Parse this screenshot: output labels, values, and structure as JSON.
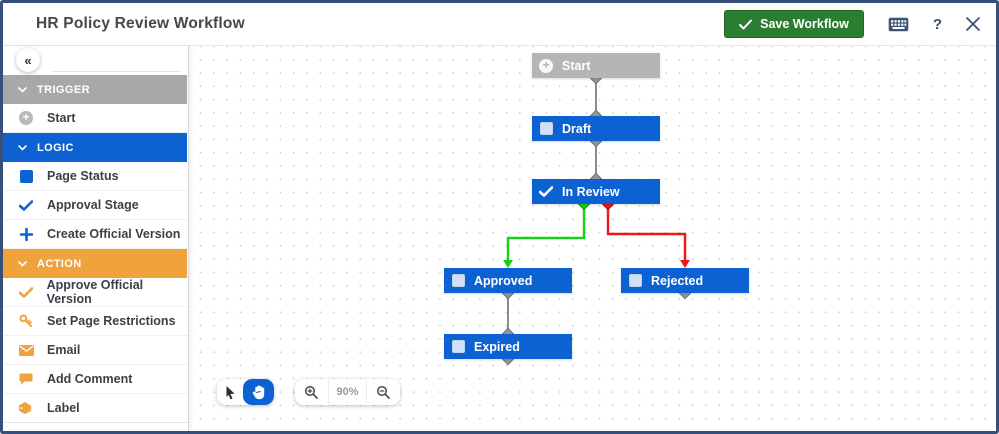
{
  "window": {
    "title": "HR Policy Review Workflow"
  },
  "header": {
    "save_label": "Save Workflow",
    "help_label": "?",
    "icons": [
      "keyboard-icon",
      "help-icon",
      "close-icon"
    ]
  },
  "sidebar": {
    "collapse_icon": "«",
    "search": {
      "value": "",
      "placeholder": ""
    },
    "sections": [
      {
        "label": "TRIGGER",
        "color": "#a8a8a8",
        "items": [
          {
            "label": "Start",
            "icon": "plus-circle"
          }
        ]
      },
      {
        "label": "LOGIC",
        "color": "#0d62d3",
        "items": [
          {
            "label": "Page Status",
            "icon": "square"
          },
          {
            "label": "Approval Stage",
            "icon": "check"
          },
          {
            "label": "Create Official Version",
            "icon": "plus"
          }
        ]
      },
      {
        "label": "ACTION",
        "color": "#f0a33c",
        "items": [
          {
            "label": "Approve Official Version",
            "icon": "check"
          },
          {
            "label": "Set Page Restrictions",
            "icon": "key"
          },
          {
            "label": "Email",
            "icon": "envelope"
          },
          {
            "label": "Add Comment",
            "icon": "comment"
          },
          {
            "label": "Label",
            "icon": "tag"
          }
        ]
      }
    ]
  },
  "canvas": {
    "nodes": [
      {
        "id": "start",
        "label": "Start",
        "icon": "plus-circle",
        "color": "#b5b5b5"
      },
      {
        "id": "draft",
        "label": "Draft",
        "icon": "square",
        "color": "#0d62d3"
      },
      {
        "id": "in-review",
        "label": "In Review",
        "icon": "check",
        "color": "#0d62d3"
      },
      {
        "id": "approved",
        "label": "Approved",
        "icon": "square",
        "color": "#0d62d3"
      },
      {
        "id": "rejected",
        "label": "Rejected",
        "icon": "square",
        "color": "#0d62d3"
      },
      {
        "id": "expired",
        "label": "Expired",
        "icon": "square",
        "color": "#0d62d3"
      }
    ],
    "edges": [
      {
        "from": "start",
        "to": "draft",
        "color": "#8c8c8c"
      },
      {
        "from": "draft",
        "to": "in-review",
        "color": "#8c8c8c"
      },
      {
        "from": "in-review",
        "to": "approved",
        "color": "#17d117"
      },
      {
        "from": "in-review",
        "to": "rejected",
        "color": "#ef1616"
      },
      {
        "from": "approved",
        "to": "expired",
        "color": "#8c8c8c"
      }
    ],
    "toolbar": {
      "zoom_level": "90%",
      "tools": [
        "select",
        "pan"
      ],
      "selected_tool": "pan"
    }
  },
  "colors": {
    "node_blue": "#0d62d3",
    "node_gray": "#b5b5b5",
    "section_trigger": "#a8a8a8",
    "section_logic": "#0d62d3",
    "section_action": "#f0a33c",
    "save_green": "#2b7d31",
    "edge_green": "#17d117",
    "edge_red": "#ef1616",
    "window_border": "#35507c"
  }
}
